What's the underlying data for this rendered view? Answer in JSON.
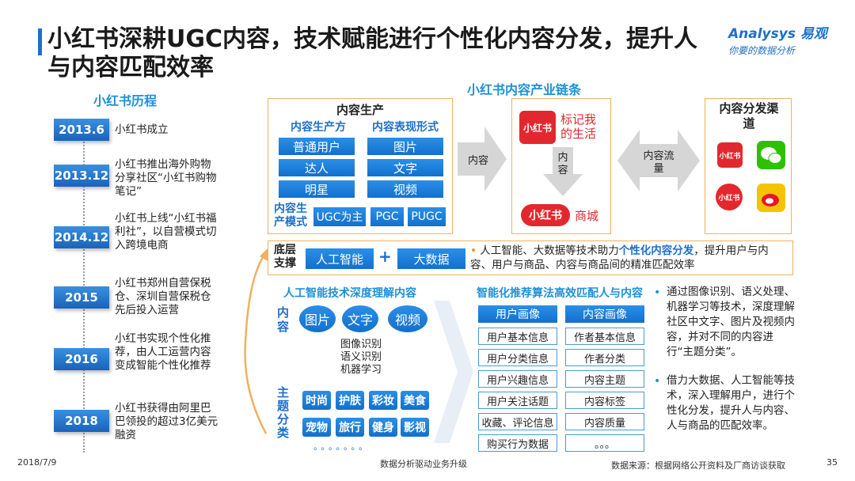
{
  "title": "小红书深耕UGC内容，技术赋能进行个性化内容分发，提升人与内容匹配效率",
  "logo": {
    "line1": "Analysys 易观",
    "line2": "你要的数据分析"
  },
  "history": {
    "title": "小红书历程",
    "items": [
      {
        "year": "2013.6",
        "text": "小红书成立"
      },
      {
        "year": "2013.12",
        "text": "小红书推出海外购物分享社区“小红书购物笔记”"
      },
      {
        "year": "2014.12",
        "text": "小红书上线“小红书福利社”，以自营模式切入跨境电商"
      },
      {
        "year": "2015",
        "text": "小红书郑州自营保税仓、深圳自营保税仓先后投入运营"
      },
      {
        "year": "2016",
        "text": "小红书实现个性化推荐，由人工运营内容变成智能个性化推荐"
      },
      {
        "year": "2018",
        "text": "小红书获得由阿里巴巴领投的超过3亿美元融资"
      }
    ]
  },
  "chain": {
    "title": "小红书内容产业链条",
    "production": {
      "title": "内容生产",
      "col1_head": "内容生产方",
      "col2_head": "内容表现形式",
      "producers": [
        "普通用户",
        "达人",
        "明星"
      ],
      "forms": [
        "图片",
        "文字",
        "视频"
      ],
      "mode_label": "内容生产模式",
      "modes": [
        "UGC为主",
        "PGC",
        "PUGC"
      ]
    },
    "arrow1": "内容",
    "middle": {
      "logo": "小红书",
      "slogan": "标记我的生活",
      "down_arrow": "内容",
      "logo2": "小红书",
      "mall": "商城"
    },
    "arrow2": "内容流量",
    "distribution": {
      "title": "内容分发渠道",
      "apps": [
        "小红书",
        "wechat",
        "小红书",
        "weibo"
      ]
    }
  },
  "base": {
    "label": "底层支撑",
    "ai": "人工智能",
    "plus": "+",
    "bigdata": "大数据",
    "text_plain1": "人工智能、大数据等技术助力",
    "text_highlight": "个性化内容分发",
    "text_plain2": "，提升用户与内容、用户与商品、内容与商品间的精准匹配效率"
  },
  "ai_section": {
    "title": "人工智能技术深度理解内容",
    "content_label": "内容",
    "content_types": [
      "图片",
      "文字",
      "视频"
    ],
    "techs": [
      "图像识别",
      "语义识别",
      "机器学习"
    ],
    "topic_label": "主题分类",
    "topics": [
      "时尚",
      "护肤",
      "彩妆",
      "美食",
      "宠物",
      "旅行",
      "健身",
      "影视"
    ],
    "dots": "。。。。。。。"
  },
  "rec_section": {
    "title": "智能化推荐算法高效匹配人与内容",
    "user_head": "用户画像",
    "content_head": "内容画像",
    "user_rows": [
      "用户基本信息",
      "用户分类信息",
      "用户兴趣信息",
      "用户关注话题",
      "收藏、评论信息",
      "购买行为数据"
    ],
    "content_rows": [
      "作者基本信息",
      "作者分类",
      "内容主题",
      "内容标签",
      "内容质量",
      "。。。"
    ]
  },
  "bullets": [
    "通过图像识别、语义处理、机器学习等技术，深度理解社区中文字、图片及视频内容，并对不同的内容进行“主题分类”。",
    "借力大数据、人工智能等技术，深入理解用户，进行个性化分发，提升人与内容、人与商品的匹配效率。"
  ],
  "footer": {
    "date": "2018/7/9",
    "center": "数据分析驱动业务升级",
    "source": "数据来源：根据网络公开资料及厂商访谈获取",
    "page": "35"
  },
  "colors": {
    "accent": "#1e6fc8",
    "orange_border": "#f0b060",
    "app_red": "#e2282e"
  }
}
